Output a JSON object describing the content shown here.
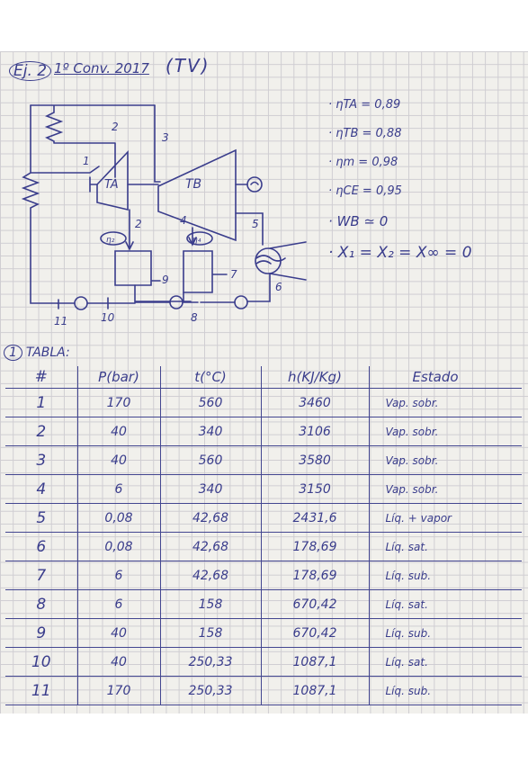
{
  "header": {
    "exercise": "Ej. 2",
    "date": "1º Conv. 2017",
    "type": "(TV)"
  },
  "diagram": {
    "labels": {
      "turbine_a": "TA",
      "turbine_b": "TB",
      "pump_a": "η₂",
      "pump_b": "η₄",
      "p1": "1",
      "p2_top": "2",
      "p3": "3",
      "p2_out": "2",
      "p4": "4",
      "p5": "5",
      "p6": "6",
      "p7": "7",
      "p8": "8",
      "p9": "9",
      "p10": "10",
      "p11": "11"
    }
  },
  "parameters": [
    "· ηTA = 0,89",
    "· ηTB = 0,88",
    "· ηm = 0,98",
    "· ηCE = 0,95",
    "· WB ≃ 0",
    "· X₁ = X₂ = X∞ = 0"
  ],
  "section": {
    "number": "1",
    "title": "TABLA:"
  },
  "table": {
    "headers": [
      "#",
      "P(bar)",
      "t(°C)",
      "h(KJ/Kg)",
      "Estado"
    ],
    "rows": [
      [
        "1",
        "170",
        "560",
        "3460",
        "Vap. sobr."
      ],
      [
        "2",
        "40",
        "340",
        "3106",
        "Vap. sobr."
      ],
      [
        "3",
        "40",
        "560",
        "3580",
        "Vap. sobr."
      ],
      [
        "4",
        "6",
        "340",
        "3150",
        "Vap. sobr."
      ],
      [
        "5",
        "0,08",
        "42,68",
        "2431,6",
        "Líq. + vapor"
      ],
      [
        "6",
        "0,08",
        "42,68",
        "178,69",
        "Líq. sat."
      ],
      [
        "7",
        "6",
        "42,68",
        "178,69",
        "Líq. sub."
      ],
      [
        "8",
        "6",
        "158",
        "670,42",
        "Líq. sat."
      ],
      [
        "9",
        "40",
        "158",
        "670,42",
        "Líq. sub."
      ],
      [
        "10",
        "40",
        "250,33",
        "1087,1",
        "Líq. sat."
      ],
      [
        "11",
        "170",
        "250,33",
        "1087,1",
        "Líq. sub."
      ]
    ]
  },
  "colors": {
    "ink": "#3a3d8c",
    "paper": "#f1f0ec",
    "grid": "#cfcdd2"
  }
}
